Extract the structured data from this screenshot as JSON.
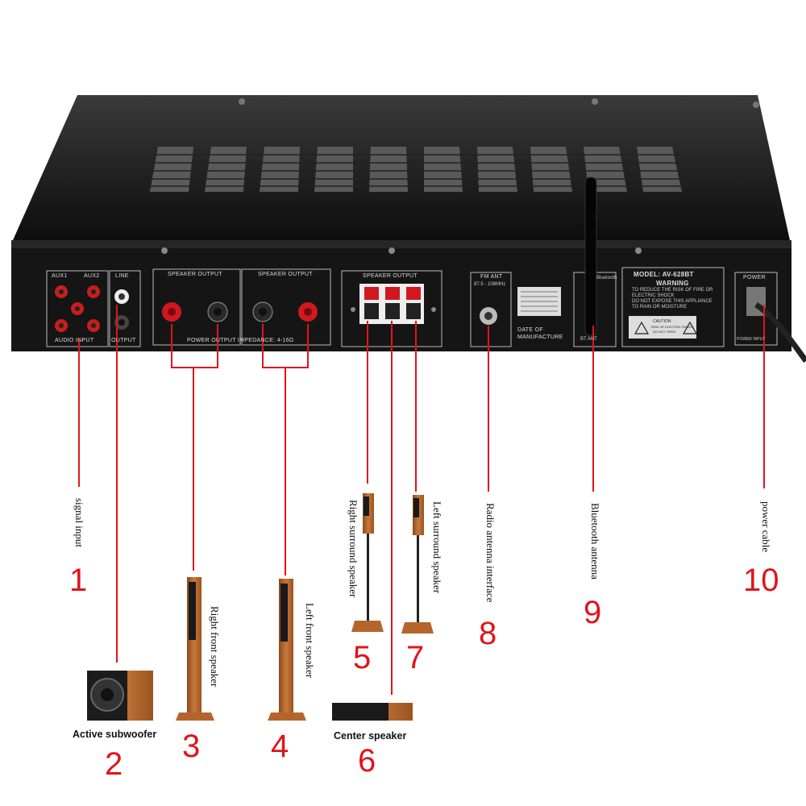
{
  "device": {
    "model": "MODEL: AV-628BT",
    "warning_title": "WARNING",
    "warning_text": [
      "TO REDUCE THE RISK OF FIRE OR",
      "ELECTRIC SHOCK",
      "DO NOT EXPOSE THIS APPLIANCE",
      "TO RAIN OR MOISTURE"
    ],
    "caution": [
      "CAUTION",
      "RISK OF ELECTRIC SHOCK",
      "DO NOT OPEN"
    ],
    "aux1": "AUX1",
    "aux2": "AUX2",
    "audio_input": "AUDIO INPUT",
    "line": "LINE",
    "output": "OUTPUT",
    "speaker_output": "SPEAKER OUTPUT",
    "impedance": "POWER OUTPUT IMPEDANCE: 4-16Ω",
    "fm_ant": "FM ANT",
    "fm_range": "87.5 - 108MHz",
    "date_of_manufacture": [
      "DATE OF",
      "MANUFACTURE"
    ],
    "bluetooth": "Bluetooth",
    "bt_ant": "BT ANT",
    "power": "POWER",
    "power_input": "POWER INPUT"
  },
  "labels": {
    "signal_input": "signal input",
    "right_front_speaker": "Right front speaker",
    "left_front_speaker": "Left front speaker",
    "right_surround_speaker": "Right surround speaker",
    "left_surround_speaker": "Left surround speaker",
    "radio_antenna_interface": "Radio antenna interface",
    "bluetooth_antenna": "Bluetooth antenna",
    "power_cable": "power cable",
    "active_subwoofer": "Active subwoofer",
    "center_speaker": "Center speaker"
  },
  "numbers": [
    "1",
    "2",
    "3",
    "4",
    "5",
    "6",
    "7",
    "8",
    "9",
    "10"
  ],
  "colors": {
    "accent": "#e0141b",
    "chassis": "#141414",
    "wood": "#b5652c"
  }
}
